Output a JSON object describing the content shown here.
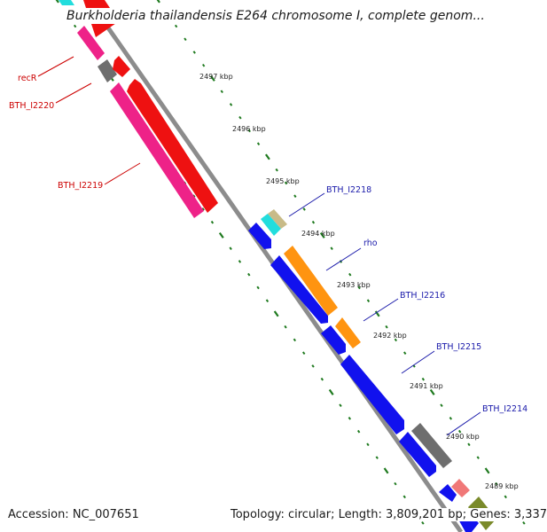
{
  "title": "Burkholderia thailandensis E264 chromosome I, complete genom...",
  "footer": {
    "accession": "Accession: NC_007651",
    "summary": "Topology: circular; Length: 3,809,201 bp; Genes: 3,337"
  },
  "colors": {
    "backbone": "#8c8c8c",
    "tick": "#1f7a1f",
    "label_left": "#cc0000",
    "label_right": "#1a1aaa",
    "red": "#ee1111",
    "pink": "#ee2288",
    "gray": "#6e6e6e",
    "blue": "#1111ee",
    "orange": "#ff9410",
    "cyan": "#22dddd",
    "tan": "#c8bb88",
    "salmon": "#f07878",
    "olive": "#7a8a2a"
  },
  "scale_labels": [
    "2497 kbp",
    "2496 kbp",
    "2495 kbp",
    "2494 kbp",
    "2493 kbp",
    "2492 kbp",
    "2491 kbp",
    "2490 kbp",
    "2489 kbp"
  ],
  "gene_labels_left": [
    "recR",
    "BTH_I2220",
    "BTH_I2219"
  ],
  "gene_labels_right": [
    "BTH_I2218",
    "rho",
    "BTH_I2216",
    "BTH_I2215",
    "BTH_I2214"
  ]
}
